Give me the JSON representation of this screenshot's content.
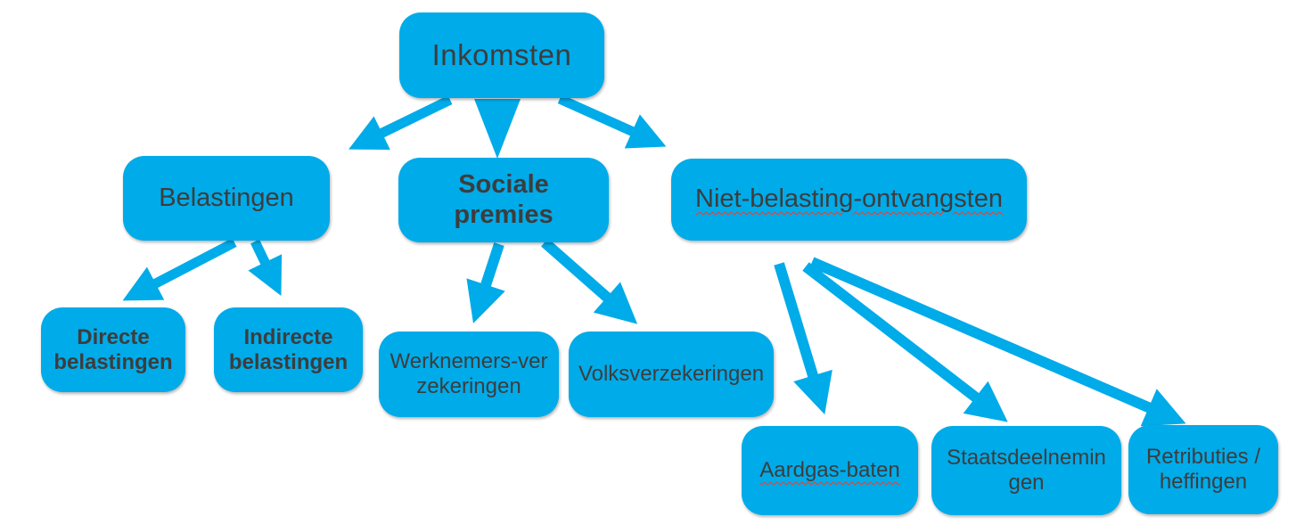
{
  "diagram": {
    "title": "Inkomsten diagram",
    "colors": {
      "background": "#ffffff",
      "node_fill": "#00ABE9",
      "arrow": "#00ABE9",
      "text": "#3D3D3D",
      "spellcheck_underline": "#E8402F"
    },
    "nodes": {
      "inkomsten": {
        "label": "Inkomsten"
      },
      "belastingen": {
        "label": "Belastingen"
      },
      "sociale": {
        "label": "Sociale\npremies"
      },
      "nietbelasting": {
        "label": "Niet-belasting-ontvangsten"
      },
      "directe": {
        "label": "Directe\nbelastingen"
      },
      "indirecte": {
        "label": "Indirecte\nbelastingen"
      },
      "werknemers": {
        "label": "Werknemers-ver\nzekeringen"
      },
      "volks": {
        "label": "Volksverzekeringen"
      },
      "aardgas": {
        "label": "Aardgas-baten"
      },
      "staats": {
        "label": "Staatsdeelnemin\ngen"
      },
      "retributies": {
        "label": "Retributies /\nheffingen"
      }
    },
    "edges": [
      {
        "from": "inkomsten",
        "to": "belastingen"
      },
      {
        "from": "inkomsten",
        "to": "sociale"
      },
      {
        "from": "inkomsten",
        "to": "nietbelasting"
      },
      {
        "from": "belastingen",
        "to": "directe"
      },
      {
        "from": "belastingen",
        "to": "indirecte"
      },
      {
        "from": "sociale",
        "to": "werknemers"
      },
      {
        "from": "sociale",
        "to": "volks"
      },
      {
        "from": "nietbelasting",
        "to": "aardgas"
      },
      {
        "from": "nietbelasting",
        "to": "staats"
      },
      {
        "from": "nietbelasting",
        "to": "retributies"
      }
    ]
  }
}
